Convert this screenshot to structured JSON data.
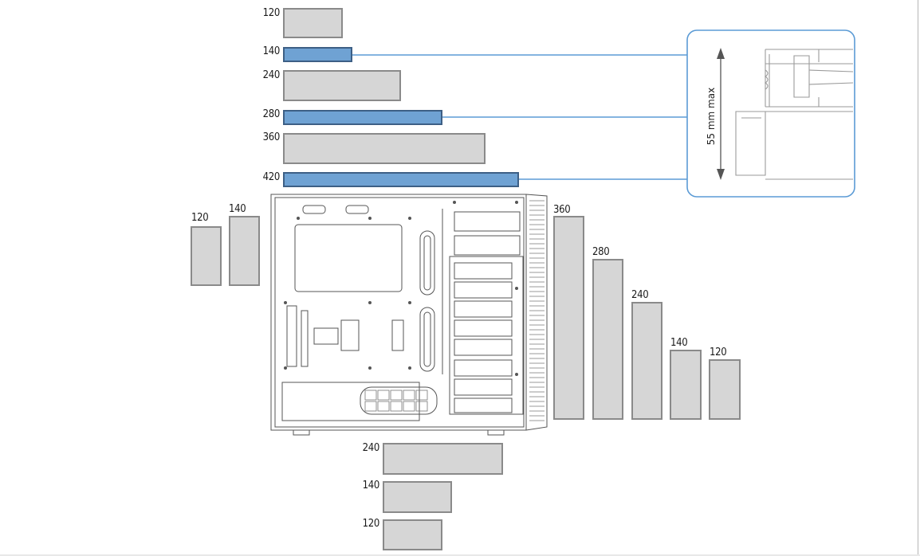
{
  "top_radiators": [
    {
      "size": "120",
      "highlighted": false
    },
    {
      "size": "140",
      "highlighted": true
    },
    {
      "size": "240",
      "highlighted": false
    },
    {
      "size": "280",
      "highlighted": true
    },
    {
      "size": "360",
      "highlighted": false
    },
    {
      "size": "420",
      "highlighted": true
    }
  ],
  "front_radiators": [
    {
      "size": "360"
    },
    {
      "size": "280"
    },
    {
      "size": "240"
    },
    {
      "size": "140"
    },
    {
      "size": "120"
    }
  ],
  "rear_radiators": [
    {
      "size": "120"
    },
    {
      "size": "140"
    }
  ],
  "bottom_radiators": [
    {
      "size": "240"
    },
    {
      "size": "140"
    },
    {
      "size": "120"
    }
  ],
  "clearance_callout": {
    "label": "55 mm max"
  },
  "colors": {
    "highlight_fill": "#6fa2d3",
    "highlight_border": "#3d5f85",
    "default_fill": "#d6d6d6",
    "default_border": "#8a8a8a",
    "callout_line": "#5b9bd5"
  }
}
